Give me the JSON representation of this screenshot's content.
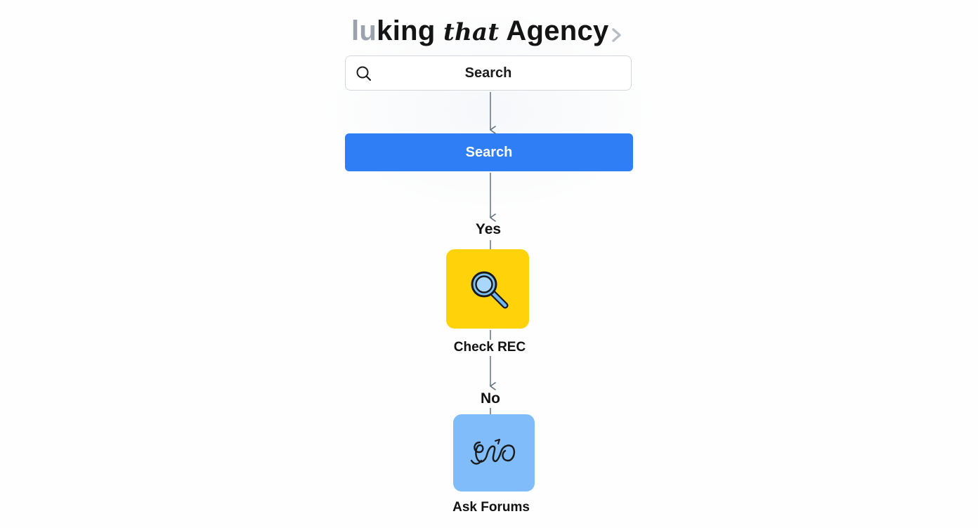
{
  "header": {
    "title_faded": "lu",
    "title_main": "king ",
    "title_italic": "that",
    "title_tail": " Agency",
    "chevron_icon": "chevron-right-icon"
  },
  "search_input": {
    "placeholder": "Search",
    "icon": "search-icon"
  },
  "search_button": {
    "label": "Search",
    "color": "#2f7ef6"
  },
  "flow": {
    "yes_label": "Yes",
    "no_label": "No",
    "check_node": {
      "caption": "Check REC",
      "icon": "magnifier-icon",
      "color": "#ffd20a"
    },
    "forums_node": {
      "caption": "Ask Forums",
      "icon": "forum-scribble-icon",
      "color": "#7fbcf9"
    }
  }
}
